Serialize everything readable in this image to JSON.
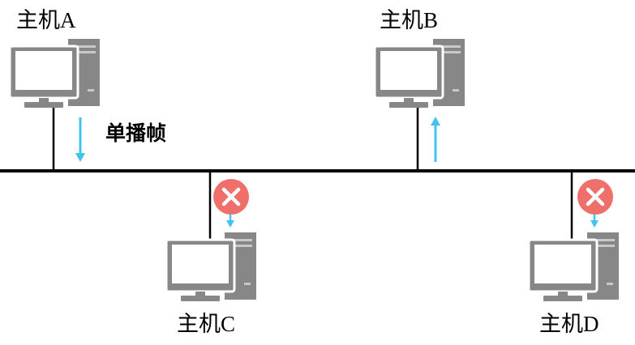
{
  "diagram": {
    "frame_label": "单播帧",
    "hosts": {
      "a": {
        "label": "主机A"
      },
      "b": {
        "label": "主机B"
      },
      "c": {
        "label": "主机C"
      },
      "d": {
        "label": "主机D"
      }
    }
  },
  "icons": {
    "host": "computer-icon",
    "discarded": "x-circle-icon",
    "send": "arrow-down-icon",
    "receive": "arrow-up-icon"
  },
  "colors": {
    "background": "#ffffff",
    "bus": "#000000",
    "link": "#000000",
    "arrow": "#41c3ef",
    "discard": "#ef6f6b",
    "discard_mark": "#ffffff",
    "computer": "#878787",
    "screen": "#ffffff",
    "text": "#000000"
  }
}
